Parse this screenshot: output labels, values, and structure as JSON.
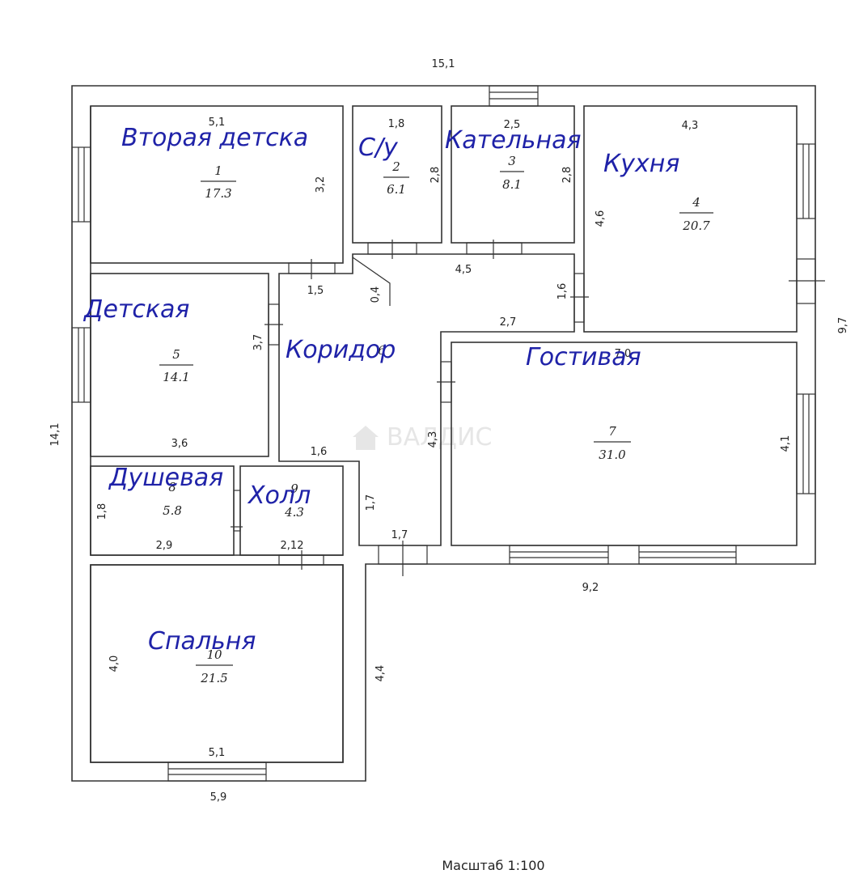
{
  "overall": {
    "width": "15,1",
    "height": "14,1",
    "right_height": "9,7",
    "bottom_right_width": "9,2",
    "bottom_left_width": "5,9",
    "bottom_left_height": "4,4"
  },
  "watermark": "ВАЛДИС",
  "scale_label": "Масштаб 1:100",
  "rooms": [
    {
      "key": "r1",
      "name": "Вторая детска",
      "number": "1",
      "area": "17.3",
      "dims": [
        "5,1",
        "3,2"
      ]
    },
    {
      "key": "r2",
      "name": "С/у",
      "number": "2",
      "area": "6.1",
      "dims": [
        "1,8",
        "2,8"
      ]
    },
    {
      "key": "r3",
      "name": "Кательная",
      "number": "3",
      "area": "8.1",
      "dims": [
        "2,5",
        "2,8"
      ]
    },
    {
      "key": "r4",
      "name": "Кухня",
      "number": "4",
      "area": "20.7",
      "dims": [
        "4,3",
        "4,6"
      ]
    },
    {
      "key": "r5",
      "name": "Детская",
      "number": "5",
      "area": "14.1",
      "dims": [
        "3,7",
        "3,6"
      ]
    },
    {
      "key": "r6",
      "name": "Коридор",
      "number": "6",
      "area": "",
      "dims": [
        "4,5",
        "1,5",
        "0,4",
        "1,6",
        "2,7",
        "4,3",
        "1,6",
        "1,7",
        "1,7"
      ]
    },
    {
      "key": "r7",
      "name": "Гостивая",
      "number": "7",
      "area": "31.0",
      "dims": [
        "7,0",
        "4,1"
      ]
    },
    {
      "key": "r8",
      "name": "Душевая",
      "number": "8",
      "area": "5.8",
      "dims": [
        "1,8",
        "2,9"
      ]
    },
    {
      "key": "r9",
      "name": "Холл",
      "number": "9",
      "area": "4.3",
      "dims": [
        "2,12"
      ]
    },
    {
      "key": "r10",
      "name": "Спальня",
      "number": "10",
      "area": "21.5",
      "dims": [
        "4,0",
        "5,1"
      ]
    }
  ]
}
